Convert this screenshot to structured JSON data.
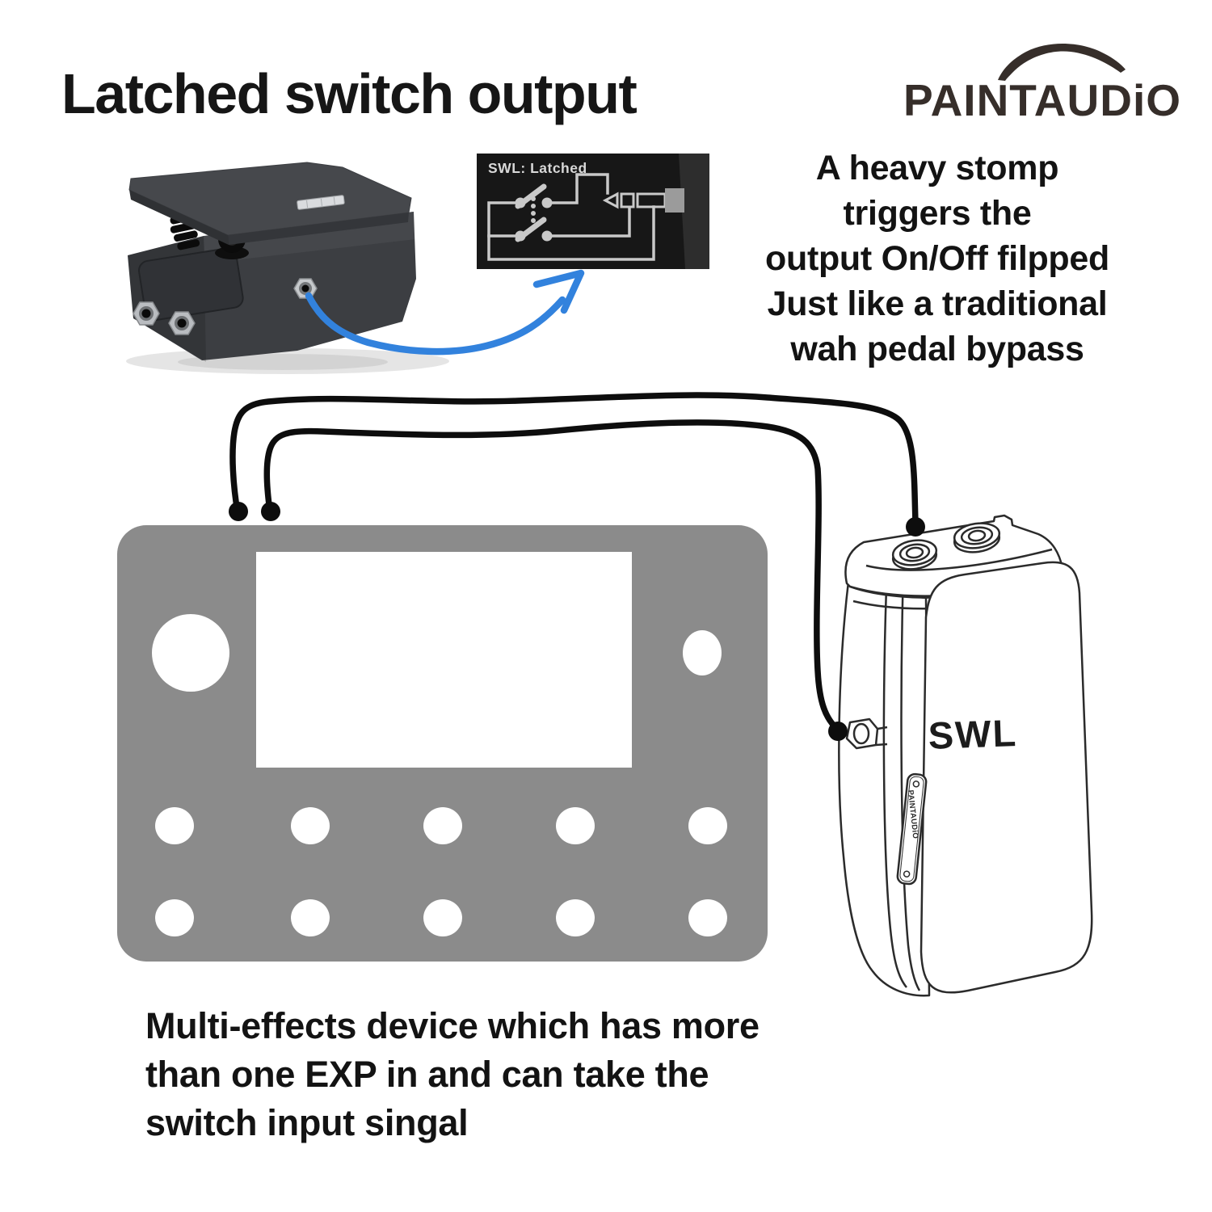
{
  "title": "Latched switch output",
  "brand": {
    "logo_text": "PAINTAUDiO"
  },
  "wiring_panel": {
    "label": "SWL: Latched"
  },
  "note_right": {
    "lines": [
      "A heavy stomp",
      "triggers the",
      "output On/Off filpped",
      "Just like a traditional",
      "wah pedal bypass"
    ]
  },
  "note_bottom": {
    "lines": [
      "Multi-effects device which has more",
      "than one EXP in and can take the",
      "switch input singal"
    ]
  },
  "swl_pedal": {
    "name_label": "SWL",
    "brand_strip": "PAINTAUDiO"
  },
  "colors": {
    "accent_blue": "#3282dd",
    "device_gray": "#8b8b8b",
    "logo_brown": "#362e2a",
    "panel_black": "#171717",
    "circuit_line": "#c9c9c9",
    "cable_black": "#0d0d0d"
  }
}
